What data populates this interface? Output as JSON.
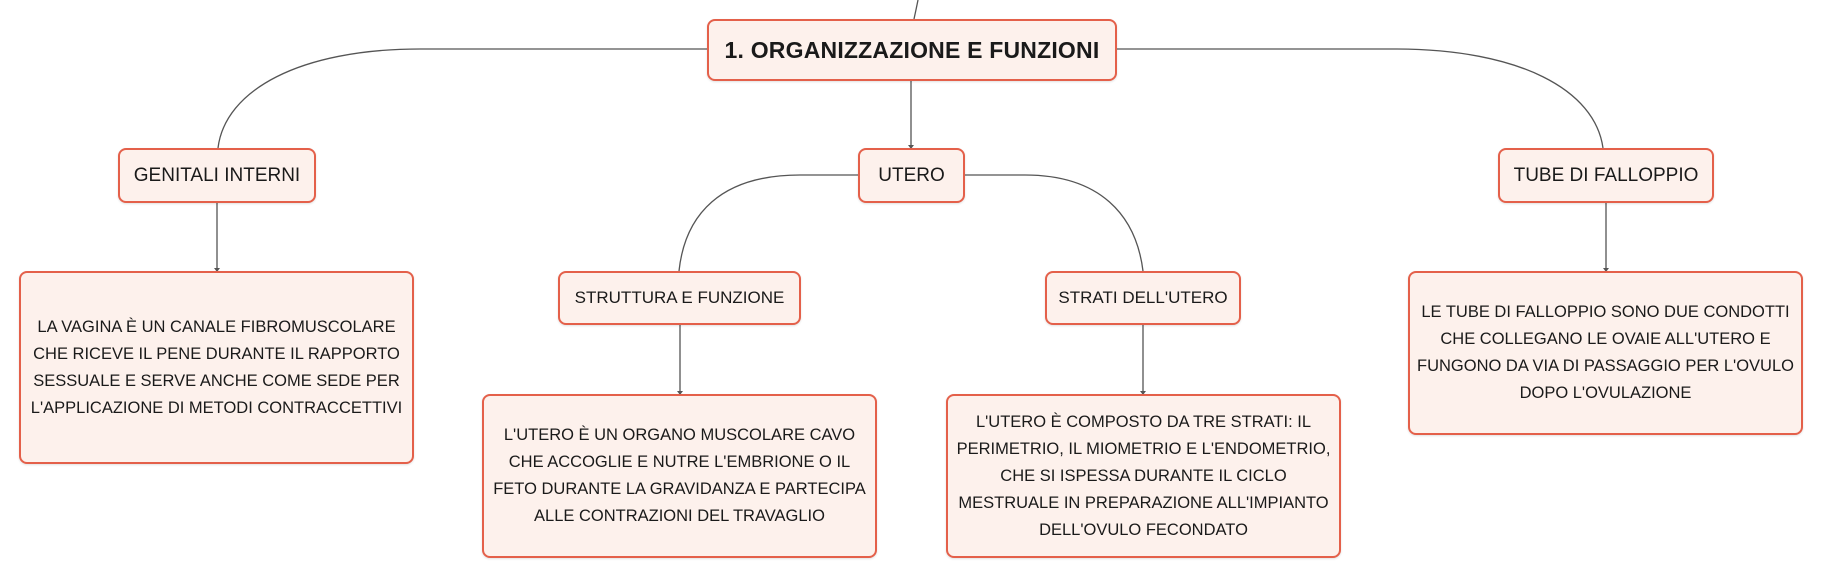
{
  "diagram": {
    "root": {
      "label": "1. ORGANIZZAZIONE E FUNZIONI"
    },
    "genitali_interni": {
      "label": "GENITALI INTERNI",
      "description": "LA VAGINA È UN CANALE FIBROMUSCOLARE CHE RICEVE IL PENE DURANTE IL RAPPORTO SESSUALE E SERVE ANCHE COME SEDE PER L'APPLICAZIONE DI METODI CONTRACCETTIVI"
    },
    "utero": {
      "label": "UTERO",
      "struttura": {
        "label": "STRUTTURA E FUNZIONE",
        "description": "L'UTERO È UN ORGANO MUSCOLARE CAVO CHE ACCOGLIE E NUTRE L'EMBRIONE O IL FETO DURANTE LA GRAVIDANZA E PARTECIPA ALLE CONTRAZIONI DEL TRAVAGLIO"
      },
      "strati": {
        "label": "STRATI DELL'UTERO",
        "description": "L'UTERO È COMPOSTO DA TRE STRATI: IL PERIMETRIO, IL MIOMETRIO E L'ENDOMETRIO, CHE SI ISPESSA DURANTE IL CICLO MESTRUALE IN PREPARAZIONE ALL'IMPIANTO DELL'OVULO FECONDATO"
      }
    },
    "tube": {
      "label": "TUBE DI FALLOPPIO",
      "description": "LE TUBE DI FALLOPPIO SONO DUE CONDOTTI CHE COLLEGANO LE OVAIE ALL'UTERO E FUNGONO DA VIA DI PASSAGGIO PER L'OVULO DOPO L'OVULAZIONE"
    }
  },
  "colors": {
    "node_border": "#e4604a",
    "node_fill": "#fdf1ec",
    "connector": "#555555"
  }
}
